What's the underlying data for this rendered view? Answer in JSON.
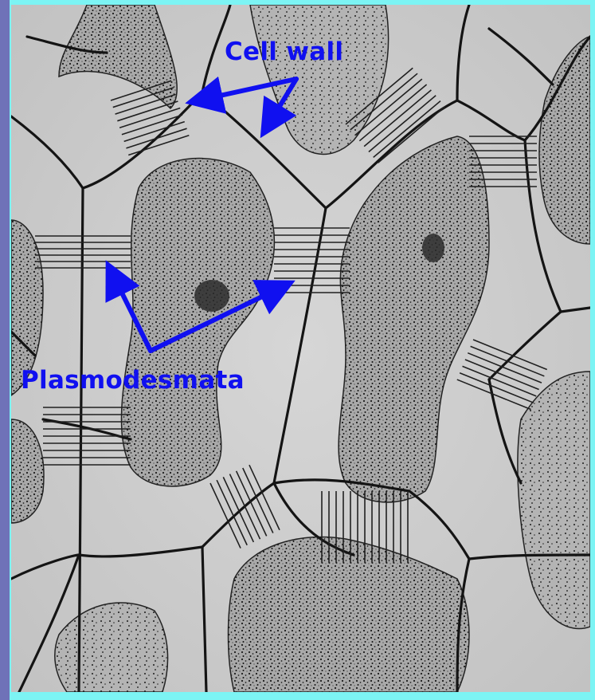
{
  "labels": {
    "cell_wall": "Cell wall",
    "plasmodesmata": "Plasmodesmata"
  },
  "colors": {
    "label": "#1010f0",
    "arrow": "#1010f0",
    "border": "#7cf4f4",
    "side_strip": "#6f72b8",
    "micrograph_bg": "#c9c9c9"
  },
  "image": {
    "subject": "micrograph of plant cells with cell walls and plasmodesmata"
  }
}
